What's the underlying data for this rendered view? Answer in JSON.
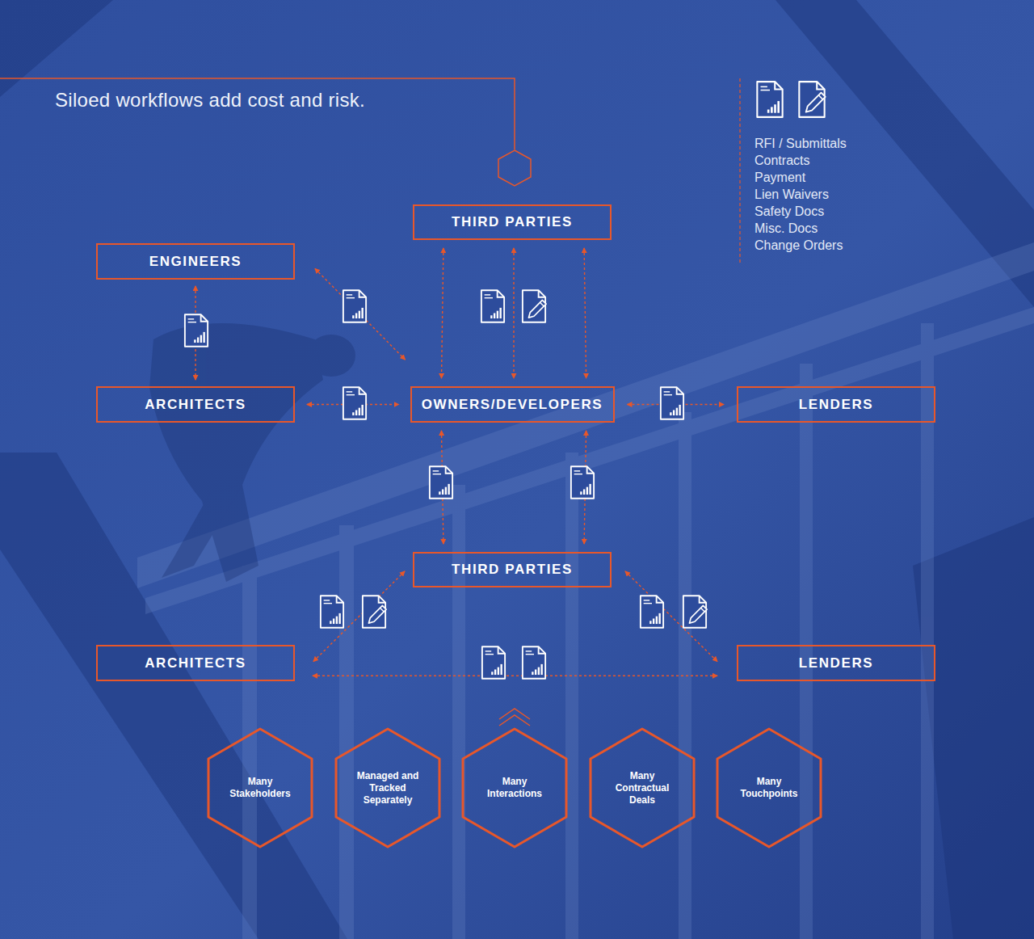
{
  "diagram": {
    "title": "Siloed workflows add cost and risk.",
    "nodes": [
      {
        "text": [
          "THIRD PARTIES"
        ]
      },
      {
        "text": [
          "ENGINEERS"
        ]
      },
      {
        "text": [
          "ARCHITECTS"
        ]
      },
      {
        "text": [
          "OWNERS/DEVELOPERS"
        ]
      },
      {
        "text": [
          "LENDERS"
        ]
      },
      {
        "text": [
          "THIRD PARTIES"
        ]
      },
      {
        "text": [
          "ARCHITECTS"
        ]
      },
      {
        "text": [
          "LENDERS"
        ]
      },
      {
        "text": [
          "Many Stakeholders"
        ]
      },
      {
        "text": [
          "Managed and Tracked Separately"
        ]
      },
      {
        "text": [
          "Many Interactions"
        ]
      },
      {
        "text": [
          "Many Contractual Deals"
        ]
      },
      {
        "text": [
          "Many Touchpoints"
        ]
      }
    ],
    "edges": [
      {
        "from": 0,
        "to": 3,
        "arrow": "both"
      },
      {
        "from": 0,
        "to": 3,
        "arrow": "both"
      },
      {
        "from": 0,
        "to": 3,
        "arrow": "both"
      },
      {
        "from": 1,
        "to": 2,
        "arrow": "both"
      },
      {
        "from": 1,
        "to": 3,
        "arrow": "both"
      },
      {
        "from": 2,
        "to": 3,
        "arrow": "both"
      },
      {
        "from": 3,
        "to": 4,
        "arrow": "both"
      },
      {
        "from": 3,
        "to": 5,
        "arrow": "both"
      },
      {
        "from": 3,
        "to": 5,
        "arrow": "both"
      },
      {
        "from": 5,
        "to": 6,
        "arrow": "both"
      },
      {
        "from": 5,
        "to": 7,
        "arrow": "both"
      },
      {
        "from": 6,
        "to": 7,
        "arrow": "both"
      }
    ],
    "labels": [
      "RFI / Submittals",
      "Contracts",
      "Payment",
      "Lien Waivers",
      "Safety Docs",
      "Misc. Docs",
      "Change Orders"
    ]
  }
}
